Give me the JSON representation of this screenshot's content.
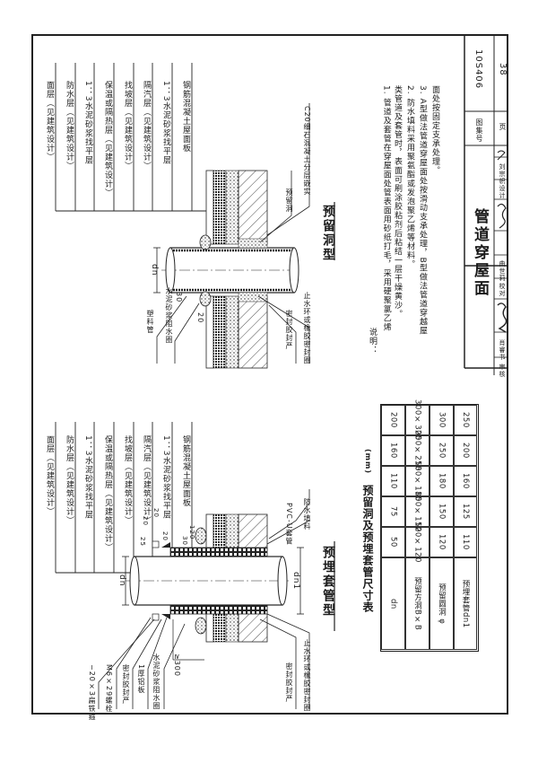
{
  "titleblock": {
    "atlas_no_label": "图集号",
    "atlas_no": "10S406",
    "page_label": "页",
    "page": "38",
    "title": "管道穿屋面",
    "signatures": [
      {
        "role": "审核",
        "name": "肖睿书"
      },
      {
        "role": "校对",
        "name": "曲世莉"
      },
      {
        "role": "设计",
        "name": "刘宗帜"
      }
    ]
  },
  "top_drawing": {
    "title": "预留洞型",
    "layers": [
      "面层（见建筑设计）",
      "防水层（见建筑设计）",
      "1：3水泥砂浆找平层",
      "保温或隔热层（见建筑设计）",
      "找坡层（见建筑设计）",
      "隔汽层（见建筑设计）",
      "1：3水泥砂浆找平层",
      "钢筋混凝土屋面板"
    ],
    "callouts": {
      "reserved_hole": "预留洞",
      "c20_concrete": "C20细石混凝土分层嵌实",
      "plastic_pipe": "塑料管",
      "cement_ring": "水泥砂浆阻水圈",
      "sealant": "密封胶封严",
      "water_stop_ring": "止水环或橡胶密封圈"
    },
    "dims": {
      "dn": "dn",
      "d30": "30",
      "d20": "20"
    }
  },
  "bottom_drawing": {
    "title": "预埋套管型",
    "layers": [
      "面层（见建筑设计）",
      "防水层（见建筑设计）",
      "1：3水泥砂浆找平层",
      "保温或隔热层（见建筑设计）",
      "找坡层（见建筑设计）",
      "隔汽层（见建筑设计）",
      "1：3水泥砂浆找平层",
      "钢筋混凝土屋面板"
    ],
    "callouts": {
      "flat_iron": "−20×3扁铁箍",
      "bolt": "M6×29螺栓",
      "sealant_top": "密封胶封严",
      "aluminum": "1厚铝板",
      "cement_ring": "水泥砂浆阻水圈",
      "pvc_sleeve": "PVC-U套管",
      "filler": "防水填料",
      "sealant": "密封胶封严",
      "water_stop_ring": "止水环或橡胶密封圈"
    },
    "dims": {
      "dn": "dn",
      "dn1": "dn1",
      "d25": "25",
      "d20a": "20",
      "d20b": "20",
      "d20c": "20",
      "d120": "120",
      "d30": "30",
      "d300": "≥300"
    }
  },
  "notes": {
    "heading": "说明：",
    "items": [
      "1. 管道及套管在穿屋面处管表面用砂纸打毛，采用硬聚氯乙烯",
      "   类管道及套管时，表面可刷涂胶粘剂后粘结一层干燥黄沙。",
      "2. 防水填料采用聚氨酯或发泡聚乙烯等材料。",
      "3. A型做法管道穿屋面处按滑动支承处理，B型做法管道穿越屋",
      "   面处按固定支承处理。"
    ]
  },
  "table": {
    "title": "预留洞及预埋套管尺寸表",
    "unit": "(mm)",
    "row_headers": [
      "dn",
      "预留方洞B×B",
      "预留圆洞 φ",
      "预埋套管dn1"
    ],
    "columns": [
      [
        "50",
        "120×120",
        "120",
        "110"
      ],
      [
        "75",
        "150×150",
        "150",
        "125"
      ],
      [
        "110",
        "180×180",
        "180",
        "160"
      ],
      [
        "160",
        "250×250",
        "250",
        "200"
      ],
      [
        "200",
        "300×300",
        "300",
        "250"
      ]
    ]
  }
}
